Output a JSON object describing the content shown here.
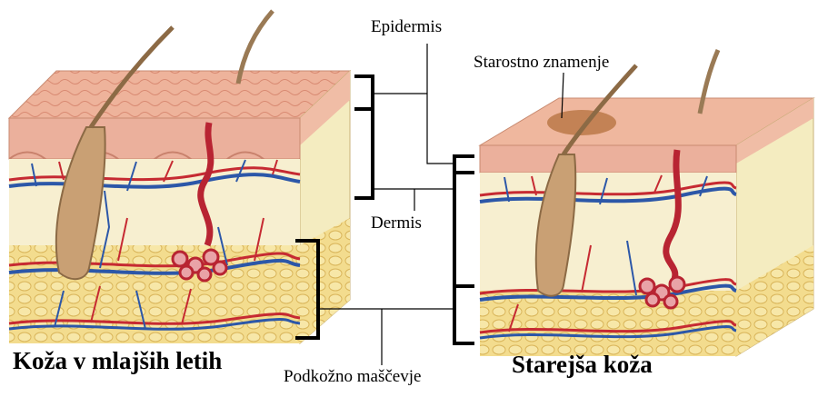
{
  "labels": {
    "epidermis": "Epidermis",
    "age_spot": "Starostno znamenje",
    "dermis": "Dermis",
    "subcutaneous_fat": "Podkožno maščevje"
  },
  "captions": {
    "young_skin": "Koža v mlajših letih",
    "older_skin": "Starejša koža"
  },
  "colors": {
    "epidermis": "#e8a58c",
    "dermis": "#f6efc9",
    "fat": "#efd27a",
    "artery": "#c62a32",
    "vein": "#2c57a8",
    "hair": "#8c6a45",
    "age_spot": "#b4703c"
  }
}
